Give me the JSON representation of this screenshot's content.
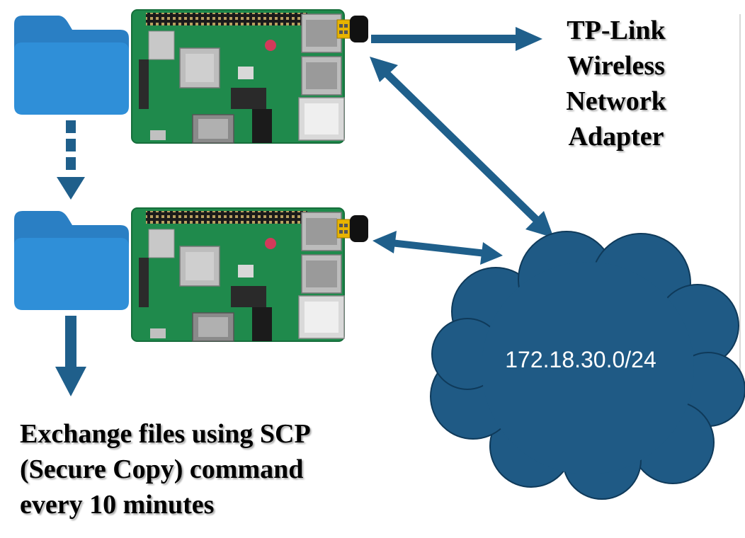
{
  "adapter_label": {
    "line1": "TP-Link",
    "line2": "Wireless",
    "line3": "Network",
    "line4": "Adapter"
  },
  "caption": {
    "line1": "Exchange files using SCP",
    "line2": "(Secure Copy) command",
    "line3": "every 10 minutes"
  },
  "network": {
    "cidr": "172.18.30.0/24"
  },
  "colors": {
    "arrow": "#1f5f8b",
    "cloud": "#1f5a85",
    "folder_front": "#2f8fd8",
    "folder_back": "#2a7fc4",
    "pcb": "#1f8a4c"
  },
  "icons": [
    "folder-icon",
    "raspberry-pi-board-icon",
    "usb-wifi-adapter-icon",
    "cloud-icon"
  ]
}
